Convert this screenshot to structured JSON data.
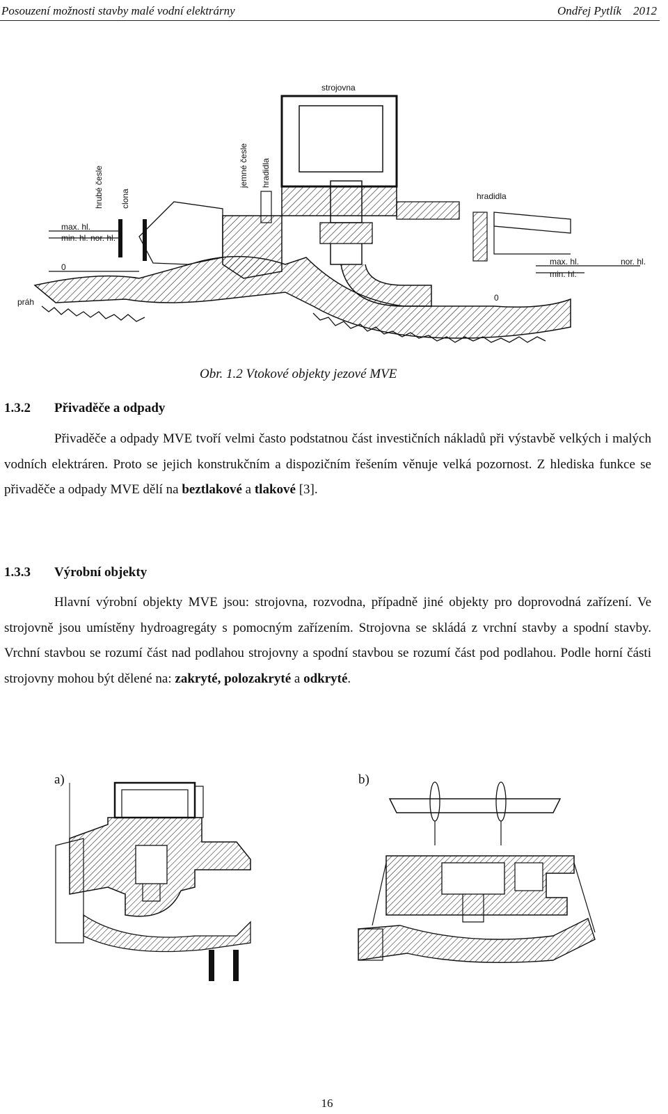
{
  "header": {
    "title": "Posouzení možnosti stavby malé vodní elektrárny",
    "author": "Ondřej Pytlík",
    "year": "2012"
  },
  "figure1": {
    "labels": {
      "strojovna": "strojovna",
      "hrube_cesle": "hrubé česle",
      "clona": "clona",
      "jemne_cesle": "jemné česle",
      "hradidla_v": "hradidla",
      "hradidla": "hradidla",
      "max_hl_left": "max. hl.",
      "min_nor_hl_left": "min. hl. nor. hl.",
      "zero_left": "0",
      "prah": "práh",
      "max_hl_right": "max. hl.",
      "min_hl_right": "min. hl.",
      "nor_hl_right": "nor. hl.",
      "zero_right": "0"
    },
    "caption": "Obr. 1.2 Vtokové objekty jezové MVE"
  },
  "section_132": {
    "number": "1.3.2",
    "title": "Přivaděče a odpady",
    "p_lead": "Přivaděče a odpady MVE tvoří velmi často podstatnou část investičních nákladů při výstavbě velkých i malých vodních elektráren. Proto se jejich konstrukčním a dispozičním řešením věnuje velká pozornost. Z hlediska funkce se přivaděče a odpady MVE dělí na ",
    "p_bold1": "beztlakové",
    "p_mid": " a ",
    "p_bold2": "tlakové",
    "p_tail": " [3]."
  },
  "section_133": {
    "number": "1.3.3",
    "title": "Výrobní objekty",
    "p_lead": "Hlavní výrobní objekty MVE jsou: strojovna, rozvodna, případně jiné objekty pro doprovodná zařízení. Ve strojovně jsou umístěny hydroagregáty s pomocným zařízením. Strojovna se skládá z vrchní stavby a spodní stavby. Vrchní stavbou se rozumí část nad podlahou strojovny a spodní stavbou se rozumí část pod podlahou. Podle horní části strojovny mohou být dělené na: ",
    "p_bold1": "zakryté, polozakryté",
    "p_mid": " a ",
    "p_bold2": "odkryté",
    "p_tail": "."
  },
  "figure2": {
    "label_a": "a)",
    "label_b": "b)"
  },
  "page_number": "16"
}
